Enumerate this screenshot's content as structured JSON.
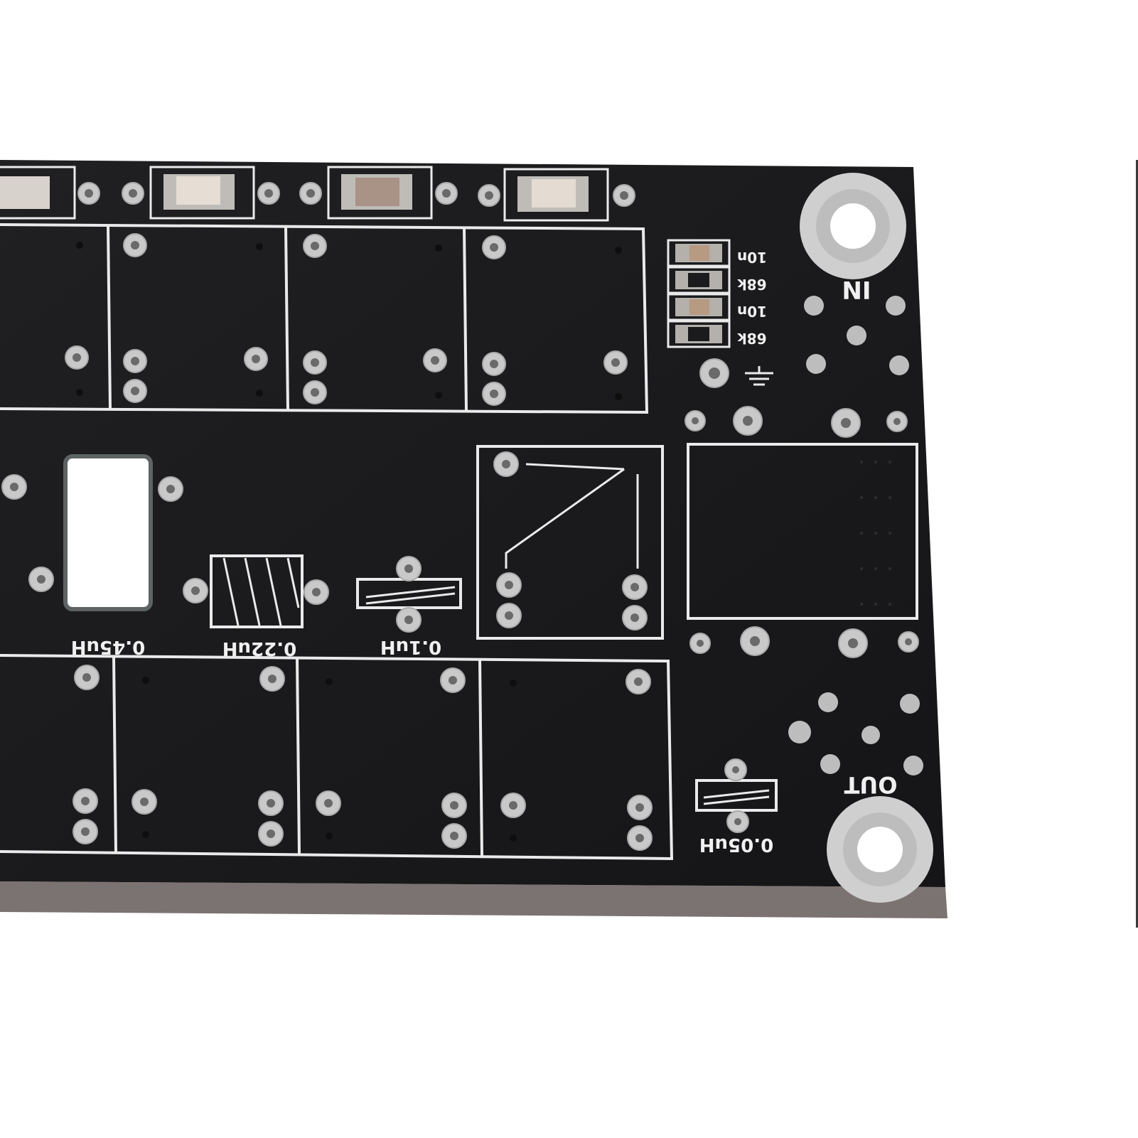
{
  "board": {
    "color_mask": "#1b1b1d",
    "color_silk": "#eaeaea",
    "color_pad": "#c9c9c9",
    "color_edge": "#7b7371"
  },
  "labels": {
    "in": "IN",
    "out": "OUT",
    "l_045": "0.45uH",
    "l_022": "0.22uH",
    "l_01": "0.1uH",
    "l_005": "0.05uH",
    "r1_cap": "10n",
    "r1_res": "68k",
    "r2_cap": "10n",
    "r2_res": "68k",
    "ground": "ground-symbol"
  }
}
